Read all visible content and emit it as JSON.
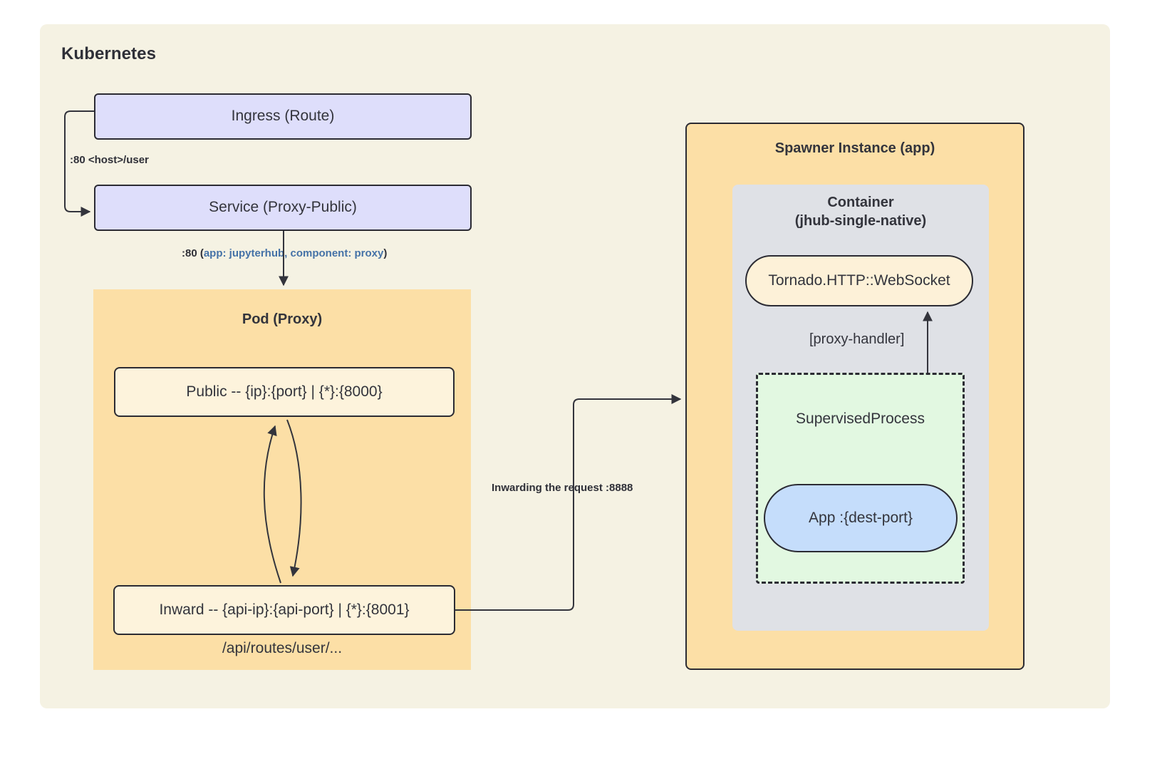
{
  "diagram": {
    "title": "Kubernetes",
    "type": "architecture-flow"
  },
  "k8s": {
    "title": "Kubernetes",
    "nodes": {
      "ingress": "Ingress (Route)",
      "service": "Service (Proxy-Public)"
    },
    "pod": {
      "title": "Pod (Proxy)",
      "public": "Public -- {ip}:{port} | {*}:{8000}",
      "inward": "Inward -- {api-ip}:{api-port} | {*}:{8001}",
      "api_path": "/api/routes/user/..."
    }
  },
  "spawner": {
    "title": "Spawner Instance (app)",
    "container": {
      "title_line1": "Container",
      "title_line2": "(jhub-single-native)",
      "websocket": "Tornado.HTTP::WebSocket",
      "supervised_process": "SupervisedProcess",
      "app": "App :{dest-port}"
    }
  },
  "edges": {
    "ingress_to_service": ":80 <host>/user",
    "service_to_pod_prefix": ":80 (",
    "service_to_pod_selector": "app: jupyterhub, component: proxy",
    "service_to_pod_suffix": ")",
    "inward_to_spawner": "Inwarding the request :8888",
    "process_to_websocket": "[proxy-handler]"
  },
  "colors": {
    "canvas": "#ffffff",
    "cluster_bg": "#f5f2e3",
    "lavender": "#dedefb",
    "orange": "#fcdfa6",
    "cream": "#fdf3dc",
    "gray": "#dfe1e6",
    "green": "#e2f8e1",
    "blue": "#c5ddfb",
    "stroke": "#2b2b33",
    "text": "#33343c",
    "accent_blue": "#4572a7"
  }
}
